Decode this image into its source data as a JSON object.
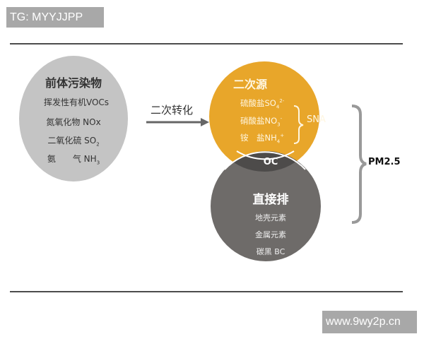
{
  "watermarks": {
    "top": "TG: MYYJJPP",
    "bottom": "www.9wy2p.cn"
  },
  "colors": {
    "precursor": "#c4c4c4",
    "secondary": "#e8a62a",
    "primary": "#6e6b69",
    "overlap": "#4d4b4a",
    "brace": "#999999"
  },
  "precursor": {
    "title": "前体污染物",
    "items": [
      {
        "name": "挥发性有机",
        "formula": "VOCs",
        "sub": ""
      },
      {
        "name": "氮氧化物",
        "formula": " NOx",
        "sub": ""
      },
      {
        "name": "二氧化硫",
        "formula": " SO",
        "sub": "2"
      },
      {
        "name": "氨　　气",
        "formula": " NH",
        "sub": "3"
      }
    ]
  },
  "arrow_label": "二次转化",
  "secondary": {
    "title": "二次源",
    "items": [
      {
        "name": "硫酸盐",
        "formula": "SO",
        "sub": "4",
        "sup": "2-"
      },
      {
        "name": "硝酸盐",
        "formula": "NO",
        "sub": "3",
        "sup": "-"
      },
      {
        "name": "铵　盐",
        "formula": "NH",
        "sub": "4",
        "sup": "+"
      }
    ],
    "group_label": "SNA"
  },
  "overlap_label": "OC",
  "primary": {
    "title": "直接排",
    "items": [
      "地壳元素",
      "金属元素",
      "碳黑  BC"
    ]
  },
  "total_label": "PM2.5"
}
